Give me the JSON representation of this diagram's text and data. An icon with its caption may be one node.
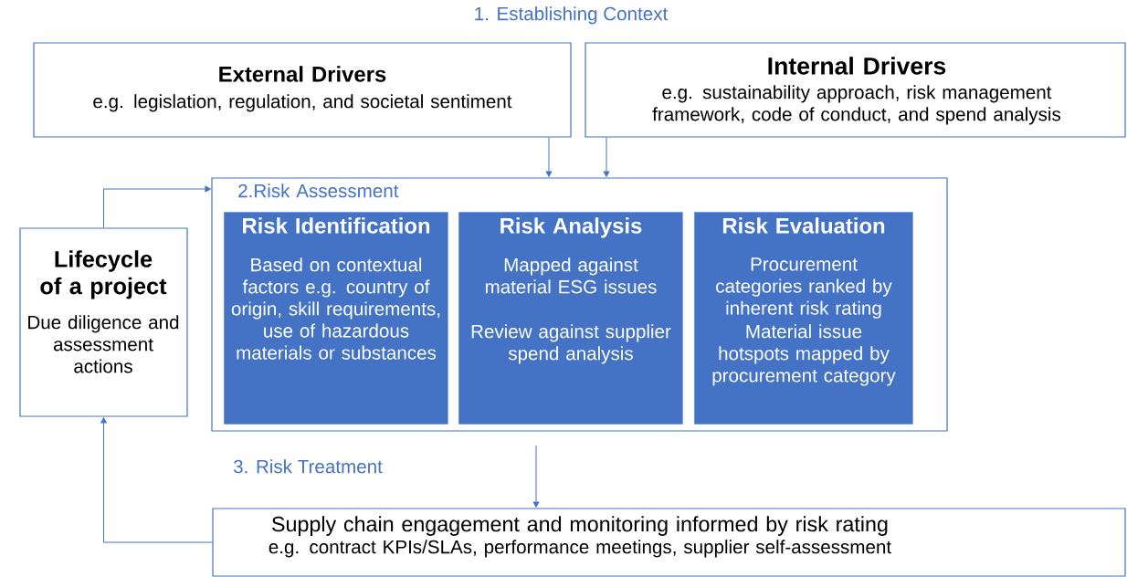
{
  "diagram": {
    "nodes": [
      {
        "text": [
          "External Drivers",
          "e.g. legislation, regulation, and societal sentiment"
        ]
      },
      {
        "text": [
          "Internal Drivers",
          "e.g. sustainability approach, risk management framework, code of conduct, and spend analysis"
        ]
      },
      {
        "text": [
          "2.Risk Assessment"
        ]
      },
      {
        "text": [
          "Risk Identification",
          "Based on contextual factors e.g. country of origin, skill requirements, use of hazardous materials or substances"
        ],
        "in": 2
      },
      {
        "text": [
          "Risk Analysis",
          "Mapped against material ESG issues",
          "Review against supplier spend analysis"
        ],
        "in": 2
      },
      {
        "text": [
          "Risk Evaluation",
          "Procurement categories ranked by inherent risk rating",
          "Material issue hotspots mapped by procurement category"
        ],
        "in": 2
      },
      {
        "text": [
          "Lifecycle of a project",
          "Due diligence and assessment actions"
        ]
      },
      {
        "text": [
          "Supply chain engagement and monitoring informed by risk rating",
          "e.g. contract KPIs/SLAs, performance meetings, supplier self-assessment"
        ]
      }
    ],
    "edges": [
      {
        "from": 0,
        "to": 2,
        "arrow": "to"
      },
      {
        "from": 1,
        "to": 2,
        "arrow": "to"
      },
      {
        "from": 2,
        "to": 7,
        "arrow": "to"
      },
      {
        "from": 7,
        "to": 6,
        "arrow": "to"
      },
      {
        "from": 6,
        "to": 2,
        "arrow": "to"
      }
    ],
    "labels": [
      "1. Establishing Context",
      "3. Risk Treatment"
    ]
  }
}
